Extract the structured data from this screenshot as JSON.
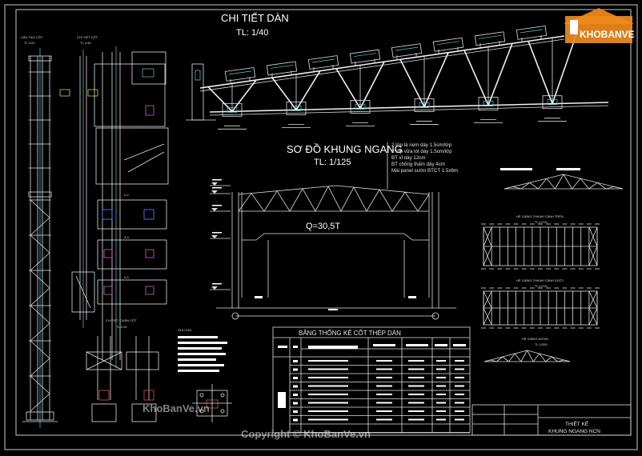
{
  "titles": {
    "truss_detail": "CHI TIẾT DÀN",
    "truss_detail_scale": "TL: 1/40",
    "frame_diagram": "SƠ ĐỒ KHUNG NGANG",
    "frame_diagram_scale": "TL: 1/125",
    "load_label": "Q=30,5T",
    "table_title": "BẢNG THỐNG KÊ CỐT THÉP DÀN",
    "column_section": "CẤU TẠO CỘT",
    "column_section_scale": "TL 1/20",
    "column_detail": "CHI TIẾT CỘT",
    "column_detail_scale": "TL 1/15",
    "column_foot_detail": "CHI TIẾT CHÂN CỘT",
    "column_foot_scale": "TL 1/15",
    "notes_heading": "GHI CHÚ:",
    "bracing_top": "HỆ GIẰNG THANH CÁNH TRÊN",
    "bracing_top_scale": "TL 1/700",
    "bracing_bottom": "HỆ GIẰNG THANH CÁNH DƯỚI",
    "bracing_bottom_scale": "TL 1/700",
    "bracing_vertical": "HỆ GIẰNG ĐỨNG",
    "bracing_vertical_scale": "TL 1/200"
  },
  "roof_layers": [
    "2 lớp lá nem dày 1.5cm/lớp",
    "2 lớp vữa lót dày 1.5cm/lớp",
    "BT xỉ dày 12cm",
    "BT chống thấm dày 4cm",
    "Mái panel sườn BTCT 1.5x6m"
  ],
  "title_block": {
    "line1": "THIẾT KẾ",
    "line2": "KHUNG NGANG NCN"
  },
  "watermark": {
    "logo_text": "KHOBANVE",
    "center_text": "KhoBanVe.vn",
    "copyright": "Copyright © KhoBanVe.vn"
  },
  "colors": {
    "background": "#000000",
    "linework": "#e0e0e0",
    "cyan": "#4fd0d0",
    "magenta": "#d35fd3",
    "yellow": "#e8e85a",
    "logo_orange": "#f08a1c"
  }
}
